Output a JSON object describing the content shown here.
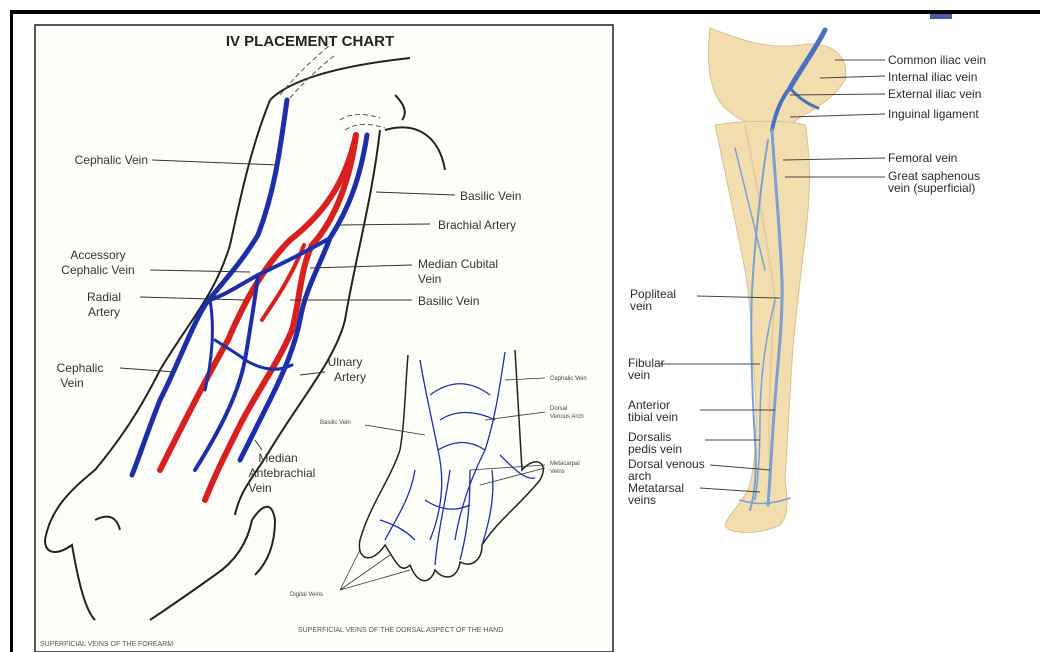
{
  "arm_chart": {
    "title": "IV PLACEMENT CHART",
    "labels": {
      "cephalic_vein_upper": "Cephalic Vein",
      "basilic_vein_upper": "Basilic Vein",
      "brachial_artery": "Brachial Artery",
      "accessory_cephalic_1": "Accessory",
      "accessory_cephalic_2": "Cephalic Vein",
      "median_cubital_1": "Median Cubital",
      "median_cubital_2": "Vein",
      "radial_1": "Radial",
      "radial_2": "Artery",
      "basilic_vein_lower": "Basilic Vein",
      "cephalic_lower_1": "Cephalic",
      "cephalic_lower_2": "Vein",
      "ulnary_1": "Ulnary",
      "ulnary_2": "Artery",
      "median_ante_1": "Median",
      "median_ante_2": "Antebrachial",
      "median_ante_3": "Vein"
    },
    "hand_labels": {
      "cephalic_vein": "Cephalic Vein",
      "dorsal_1": "Dorsal",
      "dorsal_2": "Venous Arch",
      "metacarpal_1": "Metacarpal",
      "metacarpal_2": "Veins",
      "basilic_vein": "Basilic Vein",
      "digital_veins": "Digital Veins"
    },
    "captions": {
      "forearm": "SUPERFICIAL VEINS OF THE FOREARM",
      "hand": "SUPERFICIAL VEINS OF THE DORSAL ASPECT OF THE HAND"
    }
  },
  "leg_chart": {
    "labels": {
      "common_iliac": "Common iliac vein",
      "internal_iliac": "Internal iliac vein",
      "external_iliac": "External iliac vein",
      "inguinal": "Inguinal ligament",
      "femoral": "Femoral vein",
      "great_saph_1": "Great saphenous",
      "great_saph_2": "vein (superficial)",
      "popliteal_1": "Popliteal",
      "popliteal_2": "vein",
      "fibular_1": "Fibular",
      "fibular_2": "vein",
      "ant_tibial_1": "Anterior",
      "ant_tibial_2": "tibial vein",
      "dorsalis_1": "Dorsalis",
      "dorsalis_2": "pedis vein",
      "dorsal_venous_1": "Dorsal venous",
      "dorsal_venous_2": "arch",
      "metatarsal_1": "Metatarsal",
      "metatarsal_2": "veins"
    }
  },
  "colors": {
    "vein": "#1c2fa8",
    "artery": "#d8211f",
    "leg_skin": "#f3deb0",
    "leg_vein": "#7d9fd2"
  }
}
